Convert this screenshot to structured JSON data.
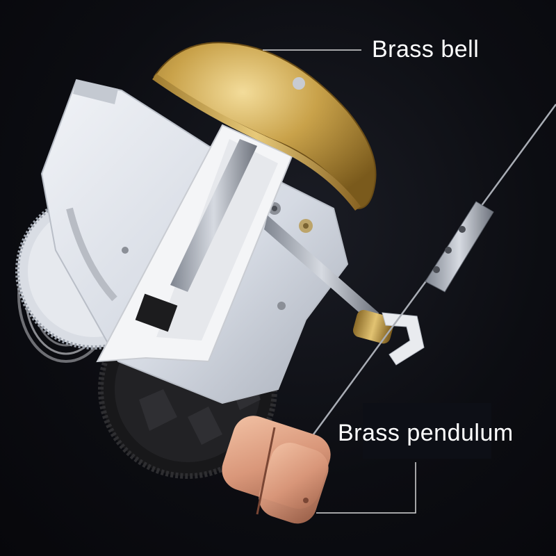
{
  "image": {
    "description_type": "product-photo",
    "background_color": "#0a0a10"
  },
  "callouts": {
    "bell": {
      "label": "Brass bell",
      "color": "#ffffff"
    },
    "pendulum": {
      "label": "Brass pendulum",
      "color": "#ffffff"
    }
  },
  "colors": {
    "brass": "#c9a24a",
    "copper": "#d9977a",
    "frame": "#dfe3ea",
    "gear": "#1c1c1e",
    "leader_line": "#d8d8d8"
  }
}
